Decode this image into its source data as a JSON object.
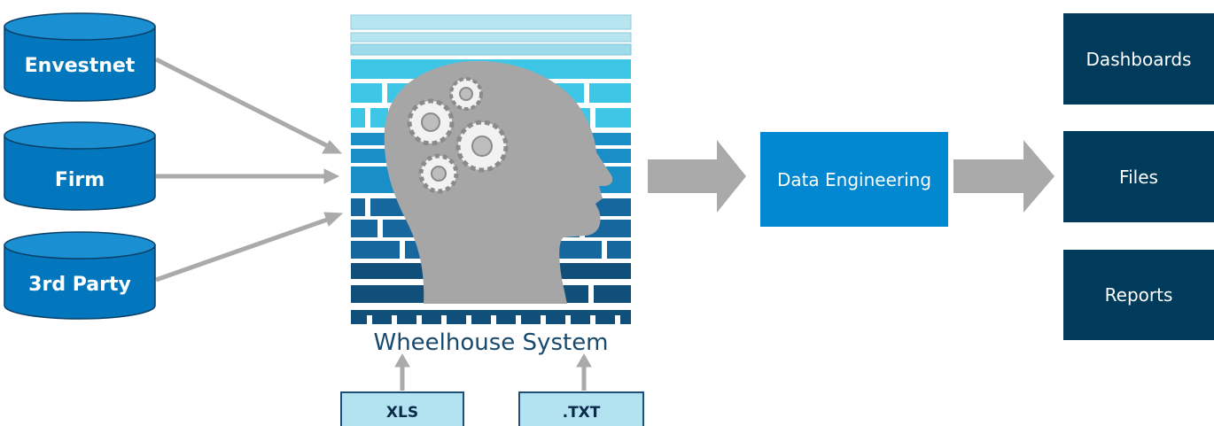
{
  "sources": [
    {
      "label": "Envestnet"
    },
    {
      "label": "Firm"
    },
    {
      "label": "3rd Party"
    }
  ],
  "system": {
    "label": "Wheelhouse System"
  },
  "inputs": [
    {
      "label": "XLS"
    },
    {
      "label": ".TXT"
    }
  ],
  "processing": {
    "label": "Data Engineering"
  },
  "outputs": [
    {
      "label": "Dashboards"
    },
    {
      "label": "Files"
    },
    {
      "label": "Reports"
    }
  ],
  "colors": {
    "cylinder": "#0277bd",
    "cylinder_top": "#1a8fd1",
    "data_engineering": "#0288d1",
    "output_box": "#003b5c",
    "file_box": "#b3e3f0",
    "arrow": "#aaaaaa",
    "head": "#a6a6a6",
    "brick_light": "#3ec6e6",
    "brick_mid": "#1a8fc7",
    "brick_dark": "#0f4f7a",
    "system_text": "#17496e"
  }
}
